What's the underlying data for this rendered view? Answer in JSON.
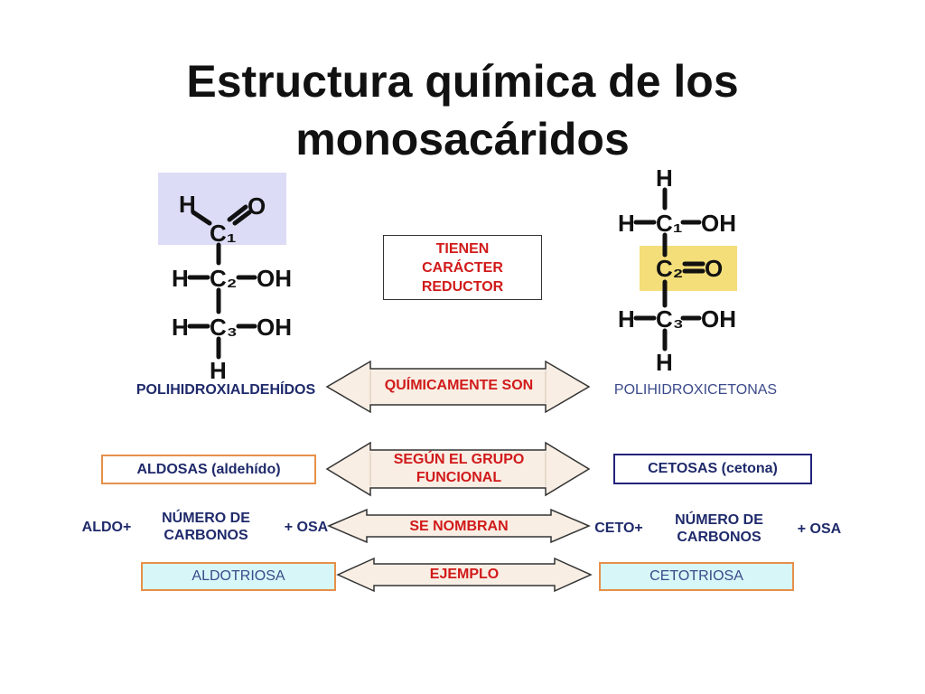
{
  "title": {
    "line1": "Estructura química de los",
    "line2": "monosacáridos"
  },
  "aldose_structure": {
    "atoms": [
      "H",
      "C₁",
      "O",
      "H",
      "C₂",
      "OH",
      "H",
      "C₃",
      "OH",
      "H"
    ],
    "highlight_color": "#dcdcf6"
  },
  "ketose_structure": {
    "atoms": [
      "H",
      "H",
      "C₁",
      "OH",
      "C₂",
      "O",
      "H",
      "C₃",
      "OH",
      "H"
    ],
    "highlight_color": "#f3de79"
  },
  "boxes": {
    "reductor": "TIENEN CARÁCTER REDUCTOR",
    "aldosas": "ALDOSAS (aldehído)",
    "cetosas": "CETOSAS (cetona)",
    "aldotriosa": "ALDOTRIOSA",
    "cetotriosa": "CETOTRIOSA"
  },
  "labels": {
    "polihidroxialdehidos": "POLIHIDROXIALDEHÍDOS",
    "polihidroxicetonas": "POLIHIDROXICETONAS",
    "aldo": "ALDO+",
    "numero_left": "NÚMERO DE CARBONOS",
    "osa_left": "+ OSA",
    "ceto": "CETO+",
    "numero_right": "NÚMERO DE CARBONOS",
    "osa_right": "+ OSA"
  },
  "arrows": {
    "quimicamente": "QUÍMICAMENTE SON",
    "segun": "SEGÚN EL GRUPO FUNCIONAL",
    "nombran": "SE NOMBRAN",
    "ejemplo": "EJEMPLO"
  },
  "colors": {
    "navy": "#1f2a6b",
    "red": "#d11a1a",
    "orange_border": "#e6904a",
    "navy_border": "#22237a",
    "cyan_fill": "#d6f6f8",
    "arrow_fill": "#f8eee4"
  }
}
